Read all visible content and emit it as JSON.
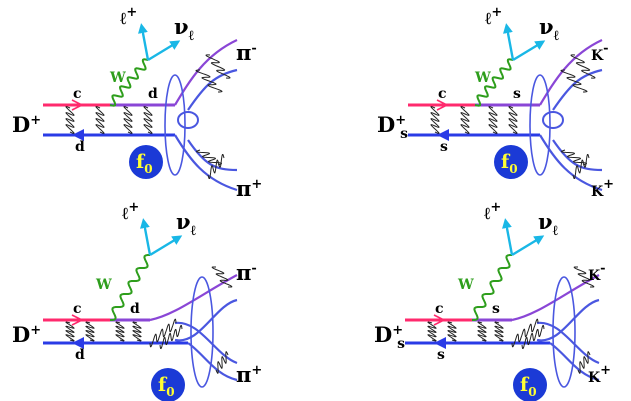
{
  "colors": {
    "charm": "#ff2a6d",
    "light_quark": "#8a46d6",
    "antiquark": "#2a3be6",
    "meson_line": "#4a57e0",
    "w_boson": "#2e9e1c",
    "lepton": "#19b7e6",
    "blob": "#1b3ad6",
    "blob_text": "#ffff33",
    "gluon": "#222222",
    "ink": "#000000"
  },
  "panels": [
    {
      "meson": "D",
      "meson_sup": "+",
      "meson_sub": "",
      "quark_top": "c",
      "quark_mid": "d",
      "quark_bottom": "d",
      "boson": "W",
      "lepton": "ℓ",
      "lepton_sup": "+",
      "neutrino": "ν",
      "neutrino_sub": "ℓ",
      "out_top": "π",
      "out_top_sup": "-",
      "out_bottom": "π",
      "out_bottom_sup": "+",
      "resonance": "f",
      "resonance_sub": "0"
    },
    {
      "meson": "D",
      "meson_sup": "+",
      "meson_sub": "s",
      "quark_top": "c",
      "quark_mid": "s",
      "quark_bottom": "s",
      "boson": "W",
      "lepton": "ℓ",
      "lepton_sup": "+",
      "neutrino": "ν",
      "neutrino_sub": "ℓ",
      "out_top": "K",
      "out_top_sup": "-",
      "out_bottom": "K",
      "out_bottom_sup": "+",
      "resonance": "f",
      "resonance_sub": "0"
    },
    {
      "meson": "D",
      "meson_sup": "+",
      "meson_sub": "",
      "quark_top": "c",
      "quark_mid": "d",
      "quark_bottom": "d",
      "boson": "W",
      "lepton": "ℓ",
      "lepton_sup": "+",
      "neutrino": "ν",
      "neutrino_sub": "ℓ",
      "out_top": "π",
      "out_top_sup": "-",
      "out_bottom": "π",
      "out_bottom_sup": "+",
      "resonance": "f",
      "resonance_sub": "0"
    },
    {
      "meson": "D",
      "meson_sup": "+",
      "meson_sub": "s",
      "quark_top": "c",
      "quark_mid": "s",
      "quark_bottom": "s",
      "boson": "W",
      "lepton": "ℓ",
      "lepton_sup": "+",
      "neutrino": "ν",
      "neutrino_sub": "ℓ",
      "out_top": "K",
      "out_top_sup": "-",
      "out_bottom": "K",
      "out_bottom_sup": "+",
      "resonance": "f",
      "resonance_sub": "0"
    }
  ]
}
